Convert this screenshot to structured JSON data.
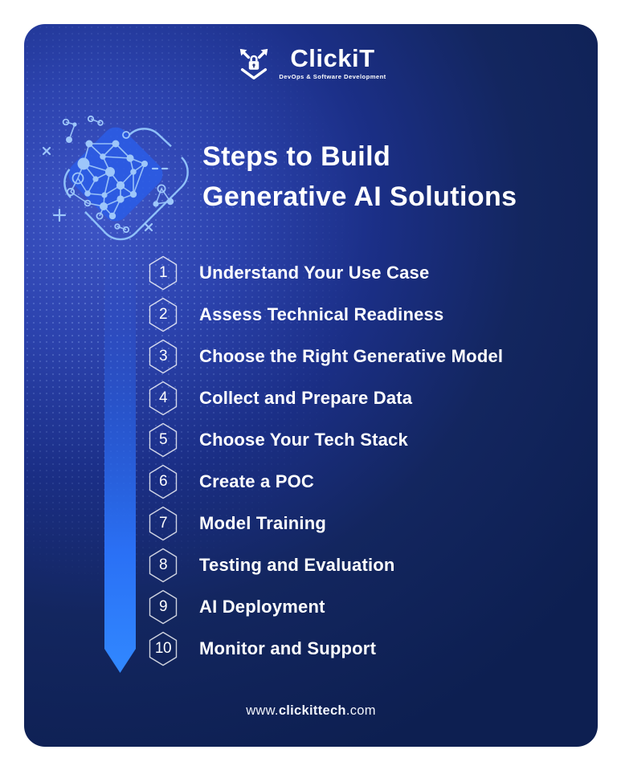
{
  "brand": {
    "name": "ClickiT",
    "tagline": "DevOps & Software Development",
    "shield_icon": "shield-lock-arrows-icon"
  },
  "title": {
    "line1": "Steps to Build",
    "line2": "Generative AI Solutions"
  },
  "steps": [
    {
      "number": "1",
      "label": "Understand Your Use Case"
    },
    {
      "number": "2",
      "label": "Assess Technical Readiness"
    },
    {
      "number": "3",
      "label": "Choose the Right Generative Model"
    },
    {
      "number": "4",
      "label": "Collect and Prepare Data"
    },
    {
      "number": "5",
      "label": "Choose Your Tech Stack"
    },
    {
      "number": "6",
      "label": "Create a POC"
    },
    {
      "number": "7",
      "label": "Model Training"
    },
    {
      "number": "8",
      "label": "Testing and Evaluation"
    },
    {
      "number": "9",
      "label": "AI Deployment"
    },
    {
      "number": "10",
      "label": "Monitor and Support"
    }
  ],
  "footer": {
    "url_prefix": "www.",
    "url_bold": "clickittech",
    "url_suffix": ".com"
  },
  "icons": {
    "illustration": "neural-network-brain-illustration",
    "timeline": "gradient-arrow-down"
  },
  "colors": {
    "card_indigo": "#3e55c6",
    "card_navy": "#0d1f51",
    "accent_blue": "#3188ff",
    "illustration_stroke": "#9dc6fa",
    "text_white": "#ffffff"
  }
}
